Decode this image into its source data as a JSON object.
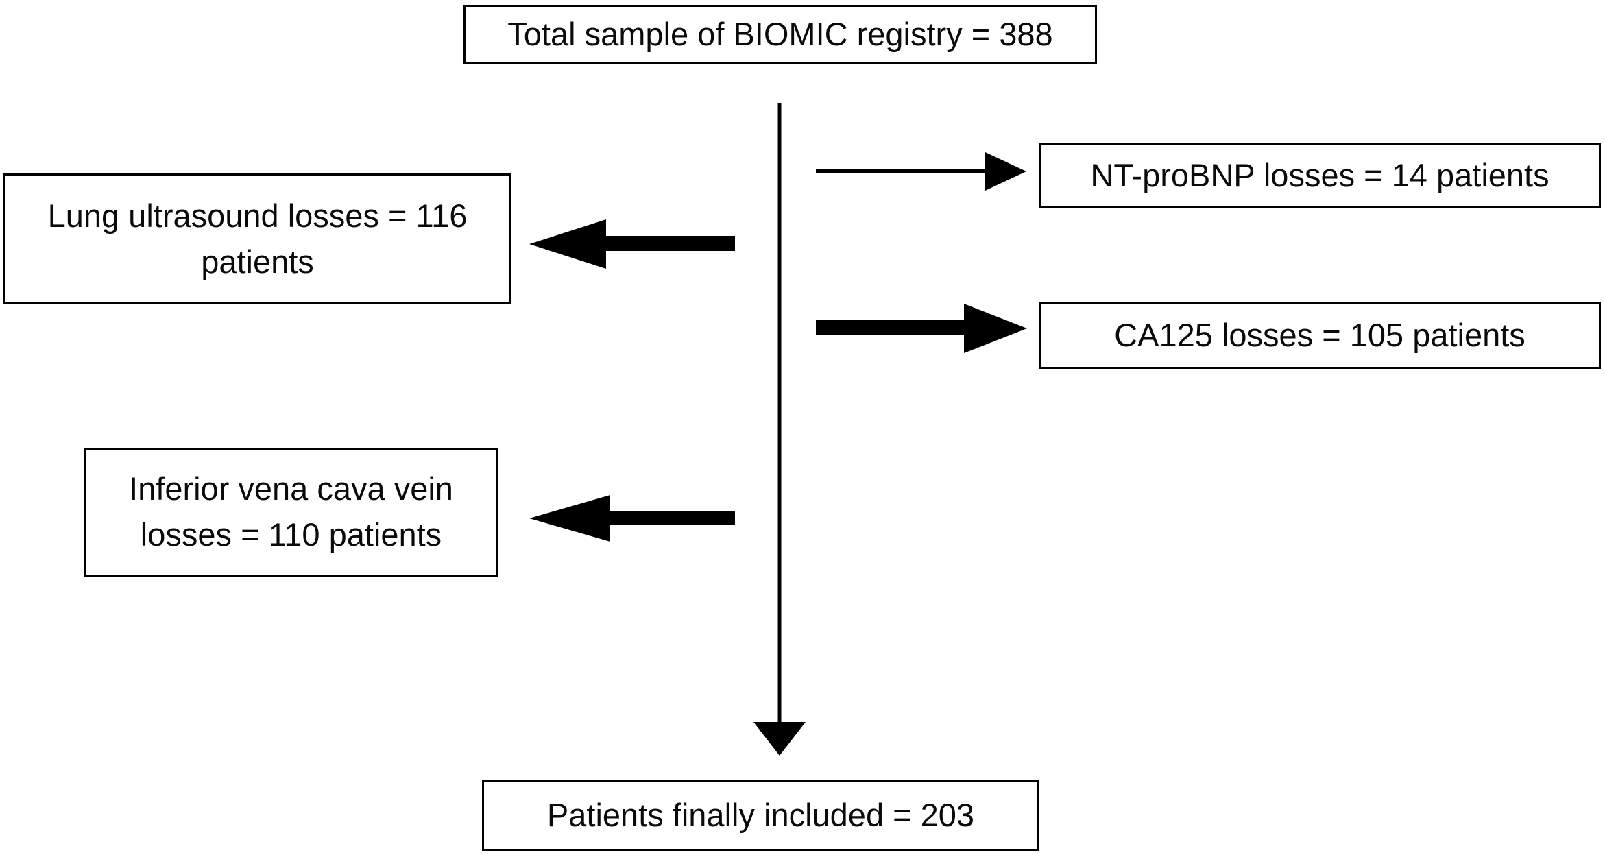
{
  "diagram": {
    "type": "flowchart",
    "title": "BIOMIC registry patient inclusion flow",
    "orientation": "top-to-bottom with lateral exclusion branches",
    "colors": {
      "stroke": "#000000",
      "fill": "#ffffff",
      "text": "#0a0a0a"
    },
    "nodes": [
      {
        "id": "total",
        "label": "Total sample of BIOMIC registry = 388",
        "value": 388,
        "role": "source"
      },
      {
        "id": "ntprobnp",
        "label": "NT-proBNP losses = 14 patients",
        "value": 14,
        "role": "exclusion"
      },
      {
        "id": "lung",
        "label": "Lung ultrasound losses = 116\npatients",
        "value": 116,
        "role": "exclusion"
      },
      {
        "id": "ca125",
        "label": "CA125 losses = 105 patients",
        "value": 105,
        "role": "exclusion"
      },
      {
        "id": "ivc",
        "label": "Inferior vena cava vein\nlosses = 110 patients",
        "value": 110,
        "role": "exclusion"
      },
      {
        "id": "included",
        "label": "Patients finally included = 203",
        "value": 203,
        "role": "result"
      }
    ],
    "connectors": [
      {
        "id": "spine",
        "from": "total",
        "to": "included",
        "direction": "down",
        "weight": "thin",
        "arrowhead": "solid-triangle"
      },
      {
        "id": "to-ntprobnp",
        "from": "spine",
        "to": "ntprobnp",
        "direction": "right",
        "weight": "thin",
        "arrowhead": "solid-triangle"
      },
      {
        "id": "to-lung",
        "from": "spine",
        "to": "lung",
        "direction": "left",
        "weight": "thick",
        "arrowhead": "solid-triangle"
      },
      {
        "id": "to-ca125",
        "from": "spine",
        "to": "ca125",
        "direction": "right",
        "weight": "thick",
        "arrowhead": "solid-triangle"
      },
      {
        "id": "to-ivc",
        "from": "spine",
        "to": "ivc",
        "direction": "left",
        "weight": "thick",
        "arrowhead": "solid-triangle"
      }
    ]
  }
}
